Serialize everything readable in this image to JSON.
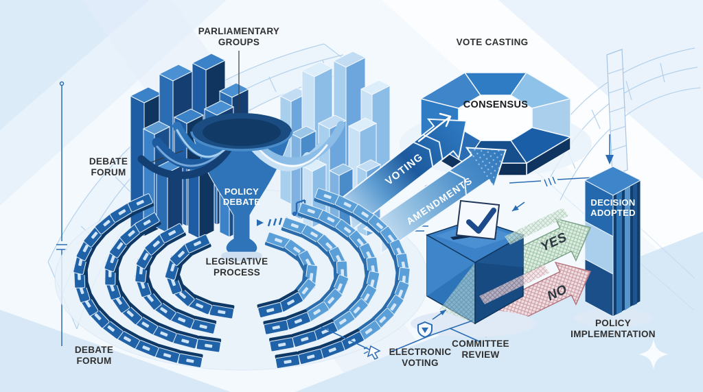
{
  "diagram": {
    "labels": {
      "parliamentary_groups": "PARLIAMENTARY GROUPS",
      "vote_casting": "VOTE CASTING",
      "consensus": "CONSENSUS",
      "debate_forum_upper": "DEBATE FORUM",
      "debate_forum_lower": "DEBATE FORUM",
      "policy_debate": "POLICY DEBATE",
      "legislative_process": "LEGISLATIVE PROCESS",
      "voting": "VOTING",
      "amendments": "AMENDMENTS",
      "yes": "YES",
      "no": "NO",
      "decision_adopted": "DECISION ADOPTED",
      "policy_implementation": "POLICY IMPLEMENTATION",
      "electronic_voting": "ELECTRONIC VOTING",
      "committee_review": "COMMITTEE REVIEW"
    },
    "icons": {
      "ballot": "ballot-checkmark-icon",
      "shield": "shield-icon",
      "cursor": "cursor-click-icon",
      "sparkle": "sparkle-icon"
    },
    "colors": {
      "background": "#f4f9fd",
      "band_blue": "#d8e8f6",
      "dark_navy": "#123e6d",
      "navy": "#1b5ea8",
      "mid_blue": "#2f7cc4",
      "light_blue": "#a9cfec",
      "pale_blue": "#d5e7f7",
      "yes_green": "#b9d8c2",
      "no_red": "#e3bcc2",
      "line_blue": "#2a6cb4",
      "label_dark": "#2f2f2f",
      "white": "#ffffff"
    }
  }
}
